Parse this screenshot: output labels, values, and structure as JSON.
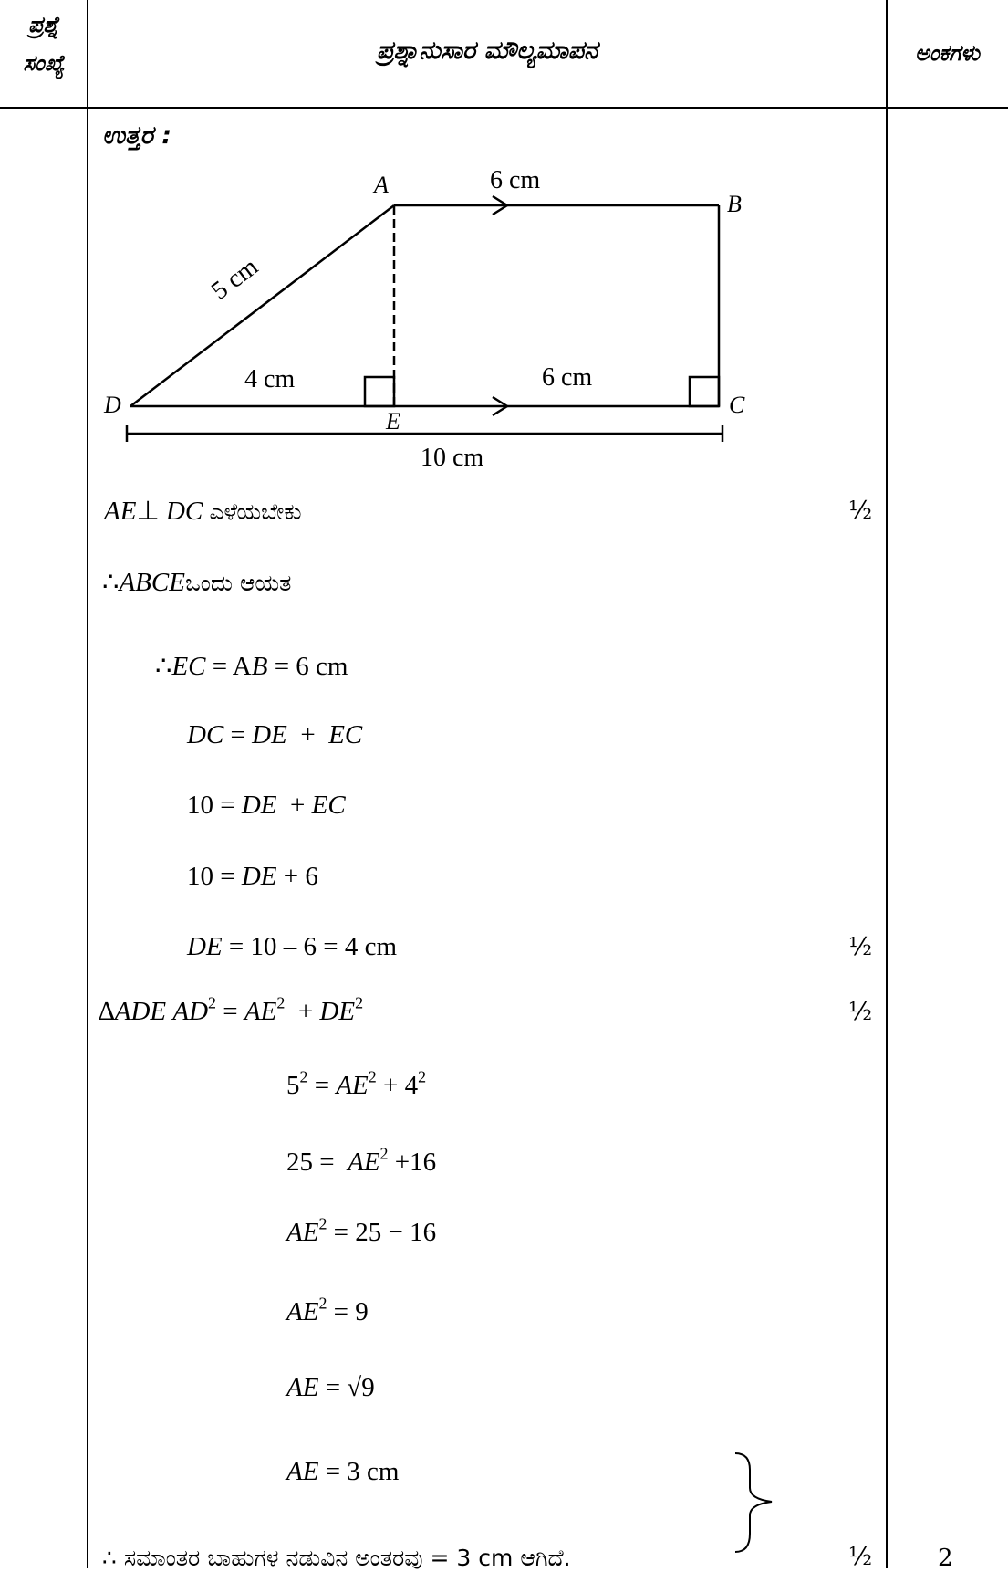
{
  "header": {
    "col1_line1": "ಪ್ರಶ್ನೆ",
    "col1_line2": "ಸಂಖ್ಯೆ",
    "col2": "ಪ್ರಶ್ನಾನುಸಾರ ಮೌಲ್ಯಮಾಪನ",
    "col3": "ಅಂಕಗಳು"
  },
  "answer_label": "ಉತ್ತರ :",
  "diagram": {
    "A": "A",
    "B": "B",
    "C": "C",
    "D": "D",
    "E": "E",
    "ab_len": "6 cm",
    "ad_len": "5 cm",
    "de_len": "4 cm",
    "ec_len": "6 cm",
    "dc_len": "10 cm"
  },
  "steps": {
    "perp_suffix": "ಎಳೆಯಬೇಕು",
    "rect_suffix": "ಒಂದು ಆಯತ",
    "line15_text": "∴ ಸಮಾಂತರ ಬಾಹುಗಳ ನಡುವಿನ ಅಂತರವು = 3 cm ಆಗಿದೆ."
  },
  "marks": {
    "m1": "½",
    "m2": "½",
    "m3": "½",
    "m4": "½",
    "total": "2"
  }
}
